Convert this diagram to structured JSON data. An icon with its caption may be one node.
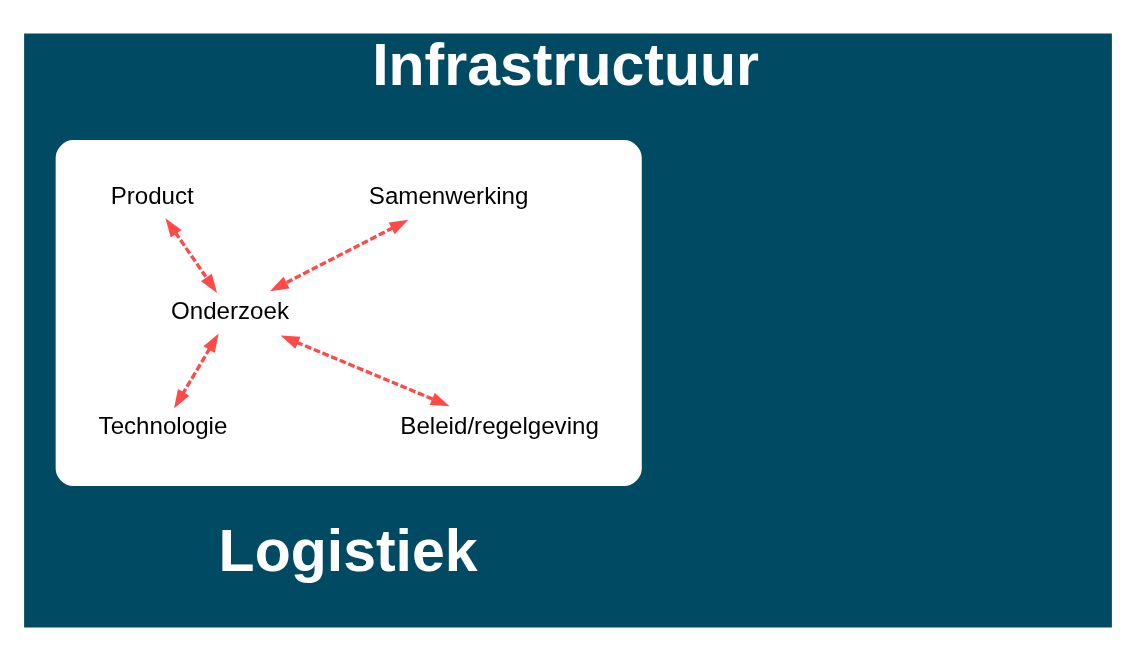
{
  "diagram": {
    "nodes": [
      {
        "text": [
          "Infrastructuur",
          "Logistiek"
        ]
      },
      {
        "text": [],
        "shape": "box",
        "in": 0
      },
      {
        "text": [
          "Product"
        ],
        "in": 1
      },
      {
        "text": [
          "Samenwerking"
        ],
        "in": 1
      },
      {
        "text": [
          "Onderzoek"
        ],
        "in": 1
      },
      {
        "text": [
          "Technologie"
        ],
        "in": 1
      },
      {
        "text": [
          "Beleid/regelgeving"
        ],
        "in": 1
      }
    ],
    "edges": [
      {
        "from": 2,
        "to": 4,
        "arrow": "both",
        "style": "dashed",
        "color": "#ff4a4a"
      },
      {
        "from": 3,
        "to": 4,
        "arrow": "both",
        "style": "dashed",
        "color": "#ff4a4a"
      },
      {
        "from": 4,
        "to": 5,
        "arrow": "both",
        "style": "dashed",
        "color": "#ff4a4a"
      },
      {
        "from": 4,
        "to": 6,
        "arrow": "both",
        "style": "dashed",
        "color": "#ff4a4a"
      }
    ]
  }
}
